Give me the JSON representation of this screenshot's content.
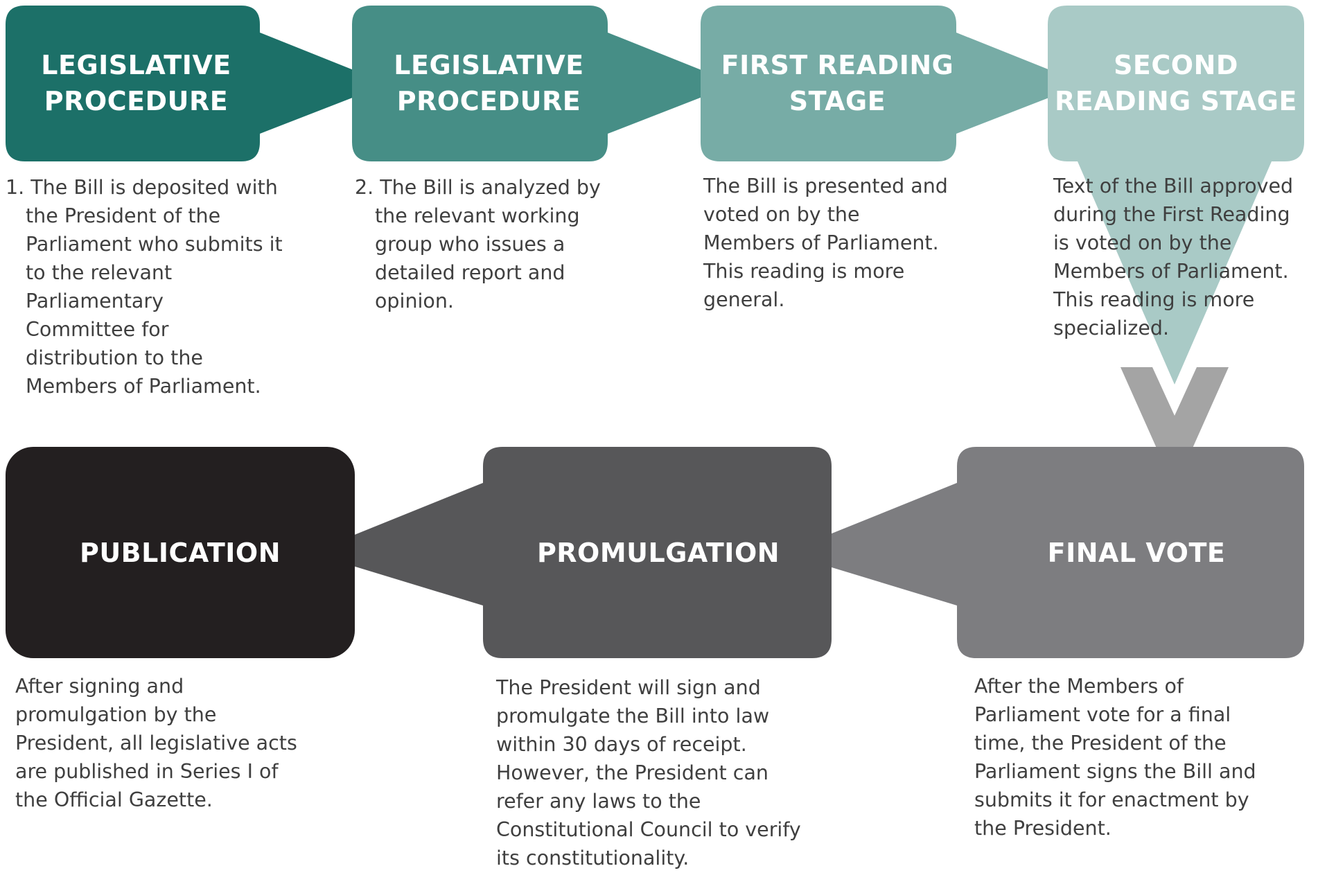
{
  "colors": {
    "teal_1": "#1c7068",
    "teal_2": "#468e86",
    "teal_3": "#77aca6",
    "teal_4": "#a9cac6",
    "gray_final_vote": "#7d7d80",
    "gray_promulgation": "#575759",
    "black_publication": "#231f20",
    "connector_chevron": "#a4a4a4",
    "description_text": "#3f3f3f",
    "title_text": "#ffffff"
  },
  "steps": [
    {
      "id": "legislative-procedure-1",
      "title": "LEGISLATIVE\nPROCEDURE",
      "description": "1. The Bill is deposited with\nthe President of the\nParliament who submits it\nto the relevant\nParliamentary\nCommittee for\ndistribution to the\nMembers of Parliament."
    },
    {
      "id": "legislative-procedure-2",
      "title": "LEGISLATIVE\nPROCEDURE",
      "description": "2. The Bill is analyzed by\nthe relevant working\ngroup who issues a\ndetailed report and\nopinion."
    },
    {
      "id": "first-reading-stage",
      "title": "FIRST READING\nSTAGE",
      "description": "The Bill is presented and\nvoted on by the\nMembers of Parliament.\nThis reading is more\ngeneral."
    },
    {
      "id": "second-reading-stage",
      "title": "SECOND\nREADING STAGE",
      "description": "Text of the Bill approved\nduring the First Reading\nis voted on by the\nMembers of Parliament.\nThis reading is more\nspecialized."
    },
    {
      "id": "final-vote",
      "title": "FINAL VOTE",
      "description": "After the Members of\nParliament vote for a final\ntime, the President of the\nParliament signs the Bill and\nsubmits it for enactment by\nthe President."
    },
    {
      "id": "promulgation",
      "title": "PROMULGATION",
      "description": "The President will sign and\npromulgate the Bill into law\nwithin 30 days of receipt.\nHowever, the President can\nrefer any laws to the\nConstitutional Council to verify\nits constitutionality."
    },
    {
      "id": "publication",
      "title": "PUBLICATION",
      "description": "After signing and\npromulgation by the\nPresident, all legislative acts\nare published in Series I of\nthe Official Gazette."
    }
  ]
}
